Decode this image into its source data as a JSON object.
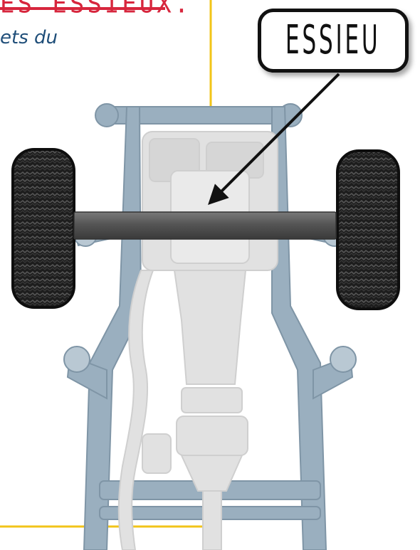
{
  "header": {
    "title_fragment": "ES ESSIEUX.",
    "subtitle_fragment": "ets du"
  },
  "callout": {
    "label": "ESSIEU"
  },
  "colors": {
    "accent_red": "#d7263d",
    "subtitle_blue": "#1f4e79",
    "guide_yellow": "#f2c418",
    "chassis_blue": "#9aafbf",
    "engine_grey": "#e0e0e0",
    "axle_dark": "#4a4a4a",
    "tire_black": "#1b1b1b"
  },
  "icons": {
    "pointer": "arrow-icon"
  }
}
